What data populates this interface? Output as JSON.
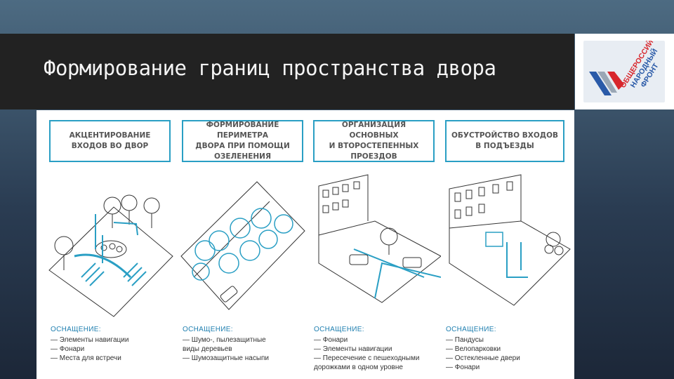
{
  "slide": {
    "title": "Формирование границ пространства двора"
  },
  "logo": {
    "text_lines": [
      "ОБЩЕРОССИЙСКИЙ",
      "НАРОДНЫЙ",
      "ФРОНТ"
    ],
    "colors": {
      "blue": "#2a5aa8",
      "red": "#d8262c",
      "white": "#ffffff"
    }
  },
  "columns": [
    {
      "header": "АКЦЕНТИРОВАНИЕ\nВХОДОВ ВО ДВОР",
      "equipment_title": "ОСНАЩЕНИЕ:",
      "items": [
        "— Элементы навигации",
        "— Фонари",
        "— Места для встречи"
      ]
    },
    {
      "header": "ФОРМИРОВАНИЕ ПЕРИМЕТРА\nДВОРА ПРИ ПОМОЩИ\nОЗЕЛЕНЕНИЯ",
      "equipment_title": "ОСНАЩЕНИЕ:",
      "items": [
        "— Шумо-, пылезащитные",
        "   виды деревьев",
        "— Шумозащитные насыпи"
      ]
    },
    {
      "header": "ОРГАНИЗАЦИЯ ОСНОВНЫХ\nИ ВТОРОСТЕПЕННЫХ\nПРОЕЗДОВ",
      "equipment_title": "ОСНАЩЕНИЕ:",
      "items": [
        "— Фонари",
        "— Элементы навигации",
        "— Пересечение с пешеходными",
        "   дорожками в одном уровне"
      ]
    },
    {
      "header": "ОБУСТРОЙСТВО ВХОДОВ\nВ ПОДЪЕЗДЫ",
      "equipment_title": "ОСНАЩЕНИЕ:",
      "items": [
        "— Пандусы",
        "— Велопарковки",
        "— Остекленные двери",
        "— Фонари"
      ]
    }
  ],
  "colors": {
    "accent": "#2a9fc4",
    "title_bar": "#222222",
    "background_top": "#4d6b82",
    "background_bottom": "#1c2738"
  }
}
